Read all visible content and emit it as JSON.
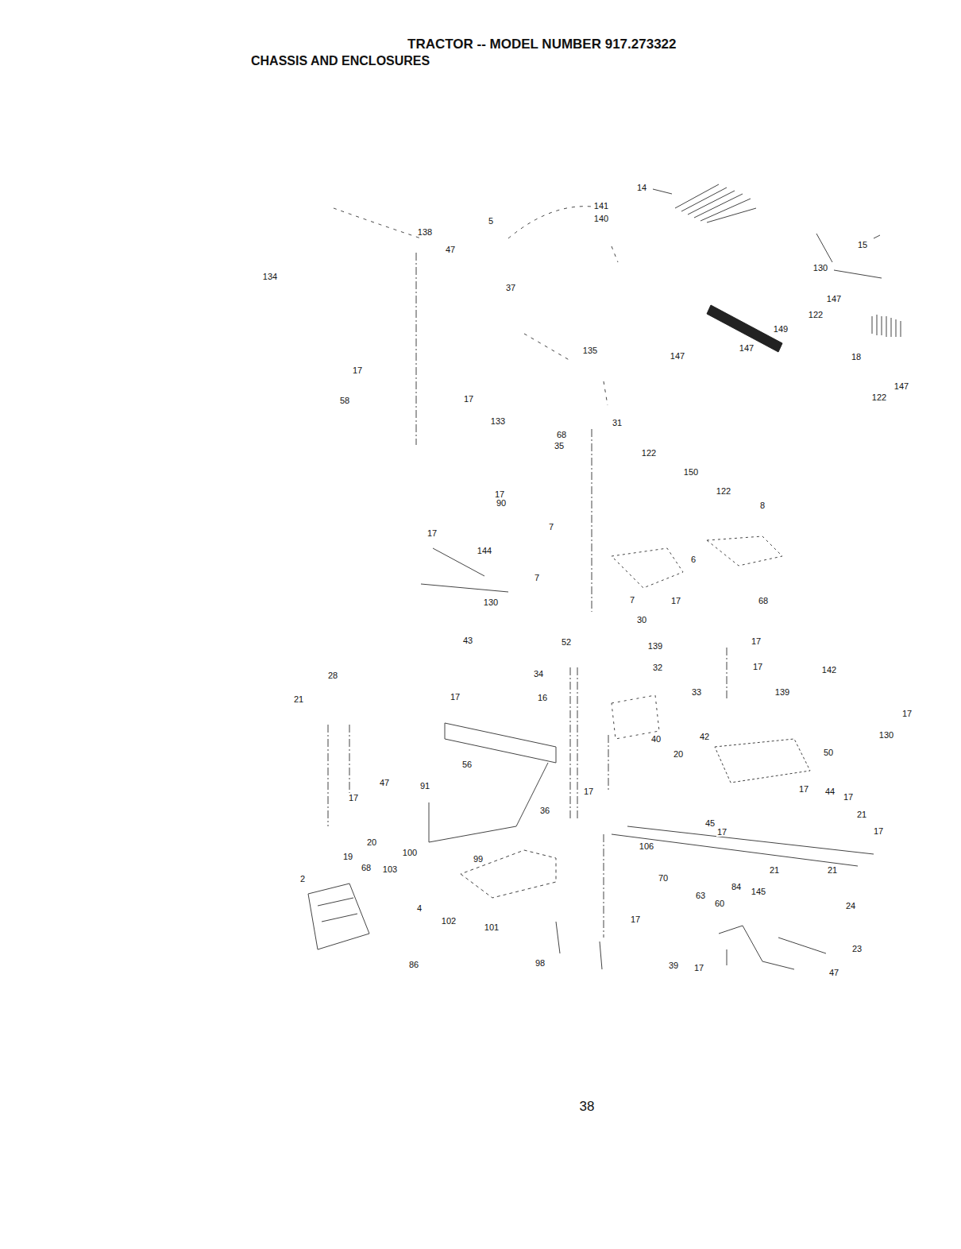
{
  "diagram": {
    "title": "TRACTOR -- MODEL NUMBER 917.273322",
    "labels": [
      "CHASSIS AND ENCLOSURES",
      "14",
      "141",
      "140",
      "5",
      "138",
      "47",
      "134",
      "15",
      "130",
      "147",
      "122",
      "149",
      "18",
      "147",
      "122",
      "37",
      "135",
      "147",
      "147",
      "17",
      "17",
      "58",
      "133",
      "68",
      "31",
      "35",
      "122",
      "150",
      "122",
      "8",
      "17",
      "90",
      "7",
      "17",
      "144",
      "6",
      "7",
      "7",
      "17",
      "68",
      "130",
      "30",
      "43",
      "52",
      "139",
      "17",
      "17",
      "32",
      "34",
      "142",
      "28",
      "139",
      "33",
      "21",
      "17",
      "16",
      "17",
      "130",
      "40",
      "42",
      "20",
      "50",
      "56",
      "47",
      "91",
      "17",
      "17",
      "44",
      "17",
      "17",
      "36",
      "21",
      "45",
      "17",
      "17",
      "106",
      "20",
      "19",
      "100",
      "99",
      "68",
      "103",
      "70",
      "21",
      "21",
      "84",
      "63",
      "60",
      "145",
      "2",
      "4",
      "24",
      "102",
      "17",
      "101",
      "23",
      "39",
      "17",
      "47",
      "86",
      "98",
      "38"
    ]
  }
}
